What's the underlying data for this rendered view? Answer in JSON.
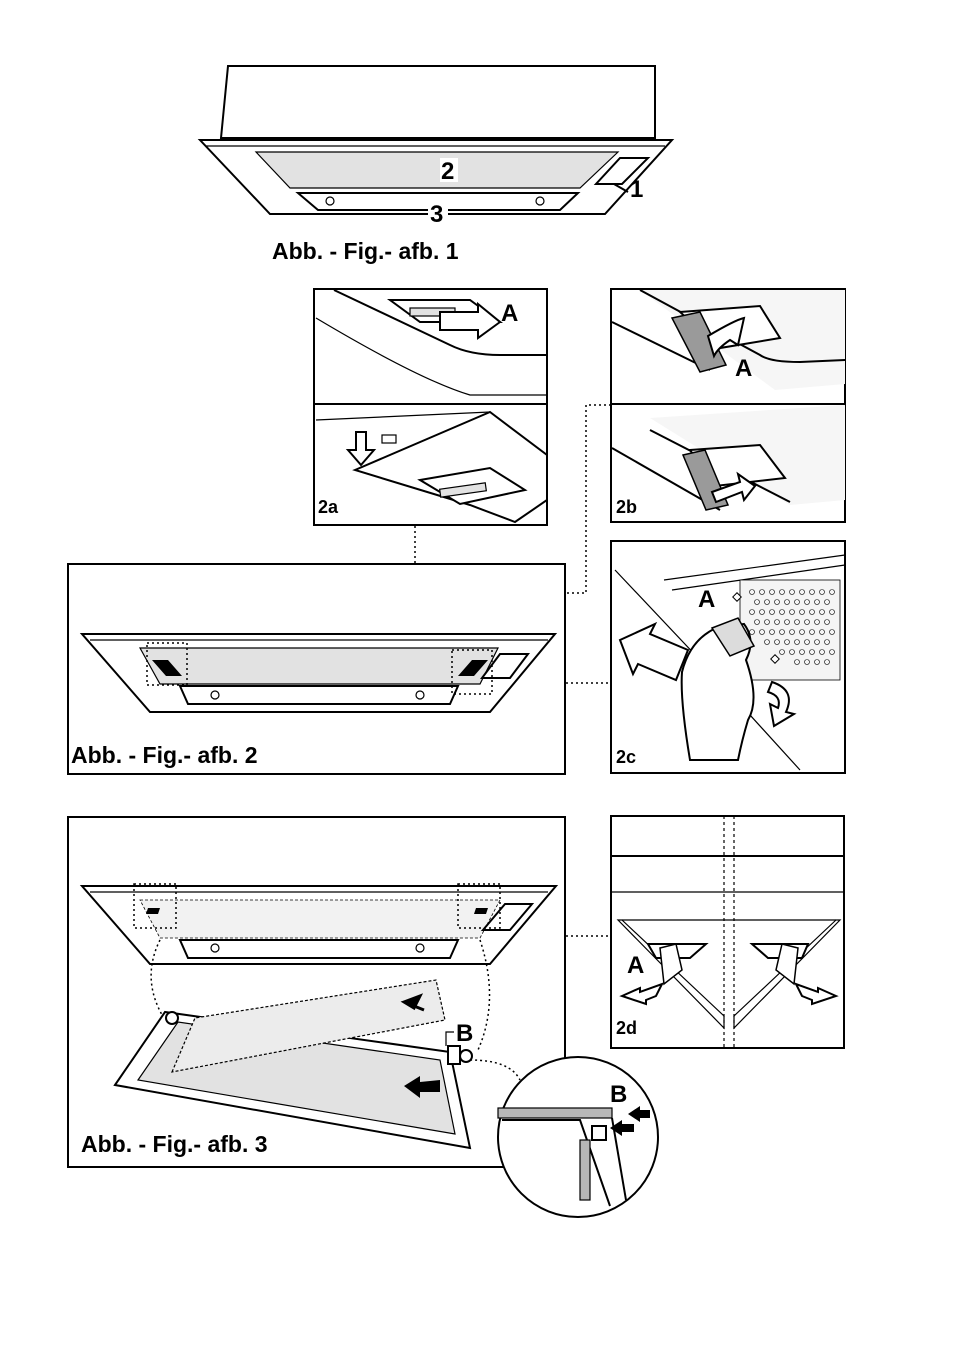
{
  "figure1": {
    "caption": "Abb. - Fig.- afb. 1",
    "label_1": "1",
    "label_2": "2",
    "label_3": "3"
  },
  "figure2": {
    "caption": "Abb. - Fig.- afb. 2",
    "panel_2a": {
      "tag": "2a",
      "callout": "A"
    },
    "panel_2b": {
      "tag": "2b",
      "callout": "A"
    },
    "panel_2c": {
      "tag": "2c",
      "callout": "A"
    },
    "panel_2d": {
      "tag": "2d",
      "callout": "A"
    }
  },
  "figure3": {
    "caption": "Abb. - Fig.- afb. 3",
    "callout_b": "B",
    "detail_callout_b": "B"
  }
}
